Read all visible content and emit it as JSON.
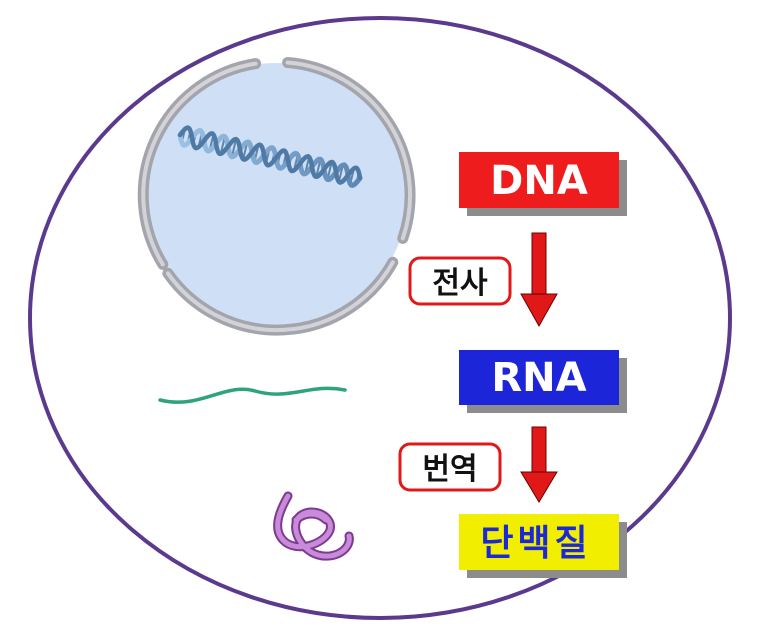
{
  "diagram": {
    "dna_label": "DNA",
    "rna_label": "RNA",
    "protein_label": "단백질",
    "transcription_label": "전사",
    "translation_label": "번역"
  },
  "colors": {
    "cell_membrane": "#5b3a8e",
    "nucleus_fill": "#cfe0f6",
    "nuclear_envelope": "#b4b4bc",
    "dna_box": "#ee1b1b",
    "rna_box": "#1a28d8",
    "protein_box": "#f2ee00",
    "protein_text": "#1a28d8",
    "arrow": "#e01818",
    "label_border": "#e01818",
    "mrna_strand": "#2fa37a",
    "protein_strand": "#b765c9",
    "dna_helix": "#7da6cf"
  },
  "icons": {
    "dna": "dna-double-helix-icon",
    "mrna": "mrna-strand-icon",
    "protein": "folded-protein-icon"
  }
}
